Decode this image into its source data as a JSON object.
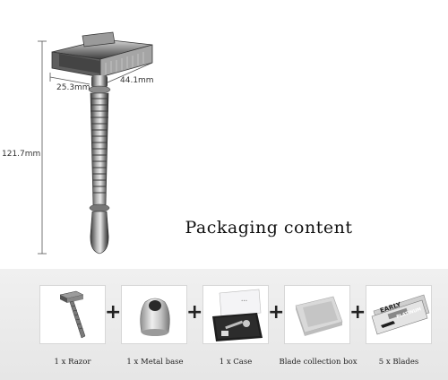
{
  "dimensions": {
    "head_depth": "25.3mm",
    "head_width": "44.1mm",
    "total_length": "121.7mm"
  },
  "title": "Packaging content",
  "items": [
    {
      "caption": "1 x Razor",
      "icon": "razor-icon"
    },
    {
      "caption": "1 x Metal base",
      "icon": "metal-base-icon"
    },
    {
      "caption": "1 x Case",
      "icon": "case-icon"
    },
    {
      "caption": "Blade collection box",
      "icon": "blade-box-icon"
    },
    {
      "caption": "5 x Blades",
      "icon": "blades-icon"
    }
  ],
  "blade_brand": "EARLY",
  "blade_model": "PLATINUM",
  "plus_symbol": "+",
  "colors": {
    "bottom_panel": "#ececec",
    "metal": "#6e6e6e"
  }
}
